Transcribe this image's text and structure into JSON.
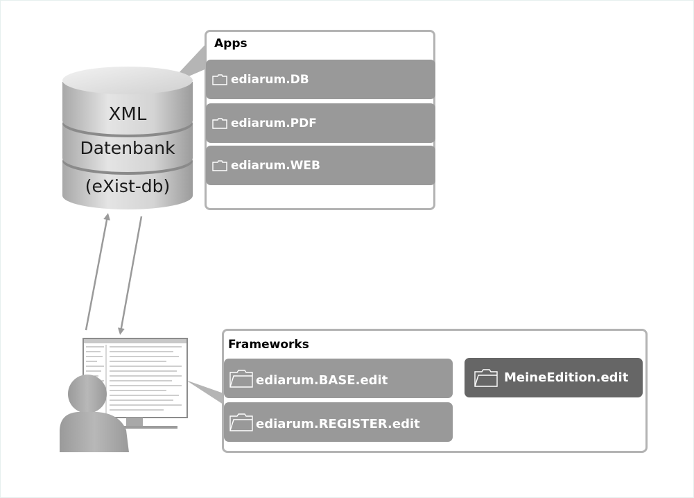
{
  "database": {
    "line1": "XML",
    "line2": "Datenbank",
    "line3": "(eXist-db)"
  },
  "apps": {
    "title": "Apps",
    "items": [
      {
        "label": "ediarum.DB",
        "icon": "folder-small-icon"
      },
      {
        "label": "ediarum.PDF",
        "icon": "folder-small-icon"
      },
      {
        "label": "ediarum.WEB",
        "icon": "folder-small-icon"
      }
    ]
  },
  "frameworks": {
    "title": "Frameworks",
    "items": [
      {
        "label": "ediarum.BASE.edit",
        "icon": "folder-icon"
      },
      {
        "label": "ediarum.REGISTER.edit",
        "icon": "folder-icon"
      },
      {
        "label": "MeineEdition.edit",
        "icon": "folder-icon"
      }
    ]
  },
  "colors": {
    "item_gray": "#999999",
    "item_dark": "#666666",
    "border": "#b3b3b3",
    "arrow": "#9a9a9a"
  }
}
